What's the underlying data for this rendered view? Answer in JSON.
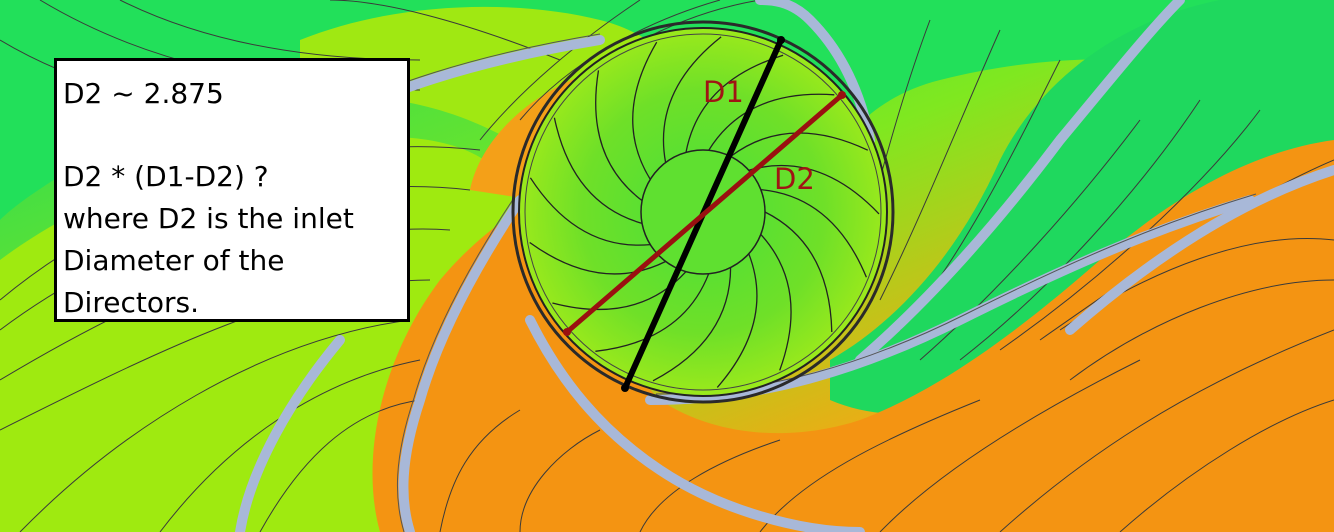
{
  "note": {
    "line1": "D2 ~ 2.875",
    "line2": "D2 * (D1-D2) ?",
    "line3": "where D2 is the inlet",
    "line4": "Diameter of the",
    "line5": "Directors."
  },
  "labels": {
    "d1": "D1",
    "d2": "D2"
  },
  "colors": {
    "green": "#22e05a",
    "yellow_green": "#9fea10",
    "orange": "#f08a10",
    "blade": "#a8b8d8",
    "d1_line": "#000000",
    "d2_line": "#9a1010",
    "label": "#a01414"
  }
}
